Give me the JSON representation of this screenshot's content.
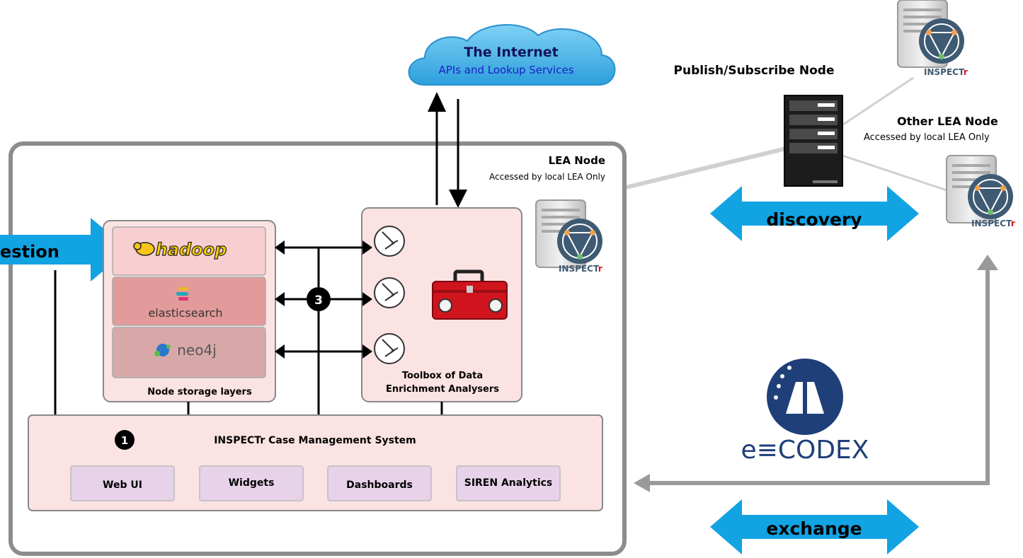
{
  "internet": {
    "title": "The Internet",
    "subtitle": "APIs and Lookup Services"
  },
  "pubsub": {
    "title": "Publish/Subscribe Node"
  },
  "other_lea": {
    "title": "Other LEA Node",
    "subtitle": "Accessed by local LEA Only"
  },
  "lea_node": {
    "title": "LEA Node",
    "subtitle": "Accessed by local LEA Only"
  },
  "ingestion": {
    "label": "estion"
  },
  "discovery": {
    "label": "discovery"
  },
  "exchange": {
    "label": "exchange"
  },
  "storage": {
    "caption": "Node storage layers",
    "hadoop": "hadoop",
    "elasticsearch": "elasticsearch",
    "neo4j": "neo4j"
  },
  "toolbox": {
    "caption_line1": "Toolbox of Data",
    "caption_line2": "Enrichment Analysers"
  },
  "badges": {
    "three": "3",
    "one": "1"
  },
  "cms": {
    "title": "INSPECTr Case Management System",
    "modules": [
      "Web UI",
      "Widgets",
      "Dashboards",
      "SIREN Analytics"
    ]
  },
  "inspectr_logo": {
    "text_a": "INSPECT",
    "text_b": "r"
  },
  "ecodex": {
    "text": "e≡CODEX"
  },
  "colors": {
    "accent_blue": "#12a3e3",
    "frame_gray": "#8c8c8c",
    "panel_pink": "#fbe3e3",
    "module_lilac": "#e8d2ea",
    "hadoop_bg": "#f7cfd0",
    "elastic_bg": "#e39a9a",
    "neo4j_bg": "#d8a8a8",
    "ecodex_blue": "#1f3f79",
    "toolbox_red": "#d0141e"
  }
}
